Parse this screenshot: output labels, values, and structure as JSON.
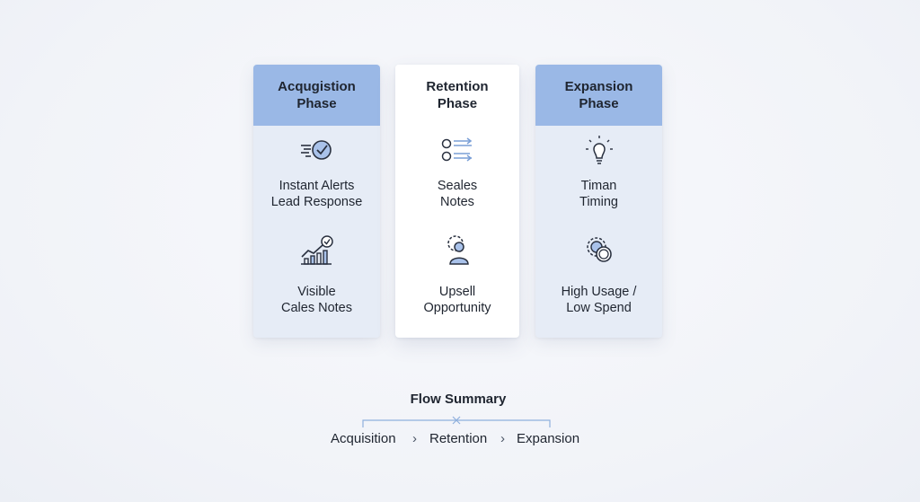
{
  "columns": [
    {
      "title": "Acqugistion\nPhase",
      "items": [
        {
          "icon": "speed-check-icon",
          "label": "Instant Alerts\nLead Response"
        },
        {
          "icon": "growth-chart-check-icon",
          "label": "Visible\nCales Notes"
        }
      ]
    },
    {
      "title": "Retention\nPhase",
      "items": [
        {
          "icon": "list-arrows-icon",
          "label": "Seales\nNotes"
        },
        {
          "icon": "person-gear-icon",
          "label": "Upsell\nOpportunity"
        }
      ]
    },
    {
      "title": "Expansion\nPhase",
      "items": [
        {
          "icon": "lightbulb-icon",
          "label": "Timan\nTiming"
        },
        {
          "icon": "gear-coin-icon",
          "label": "High Usage /\nLow Spend"
        }
      ]
    }
  ],
  "summary": {
    "title": "Flow Summary",
    "steps": [
      "Acquisition",
      "Retention",
      "Expansion"
    ],
    "separator": "›"
  },
  "colors": {
    "header_accent": "#9ab8e6",
    "column_tint": "#e6ecf6",
    "icon_accent": "#7a9fd6",
    "line_accent": "#8fb0dd"
  }
}
